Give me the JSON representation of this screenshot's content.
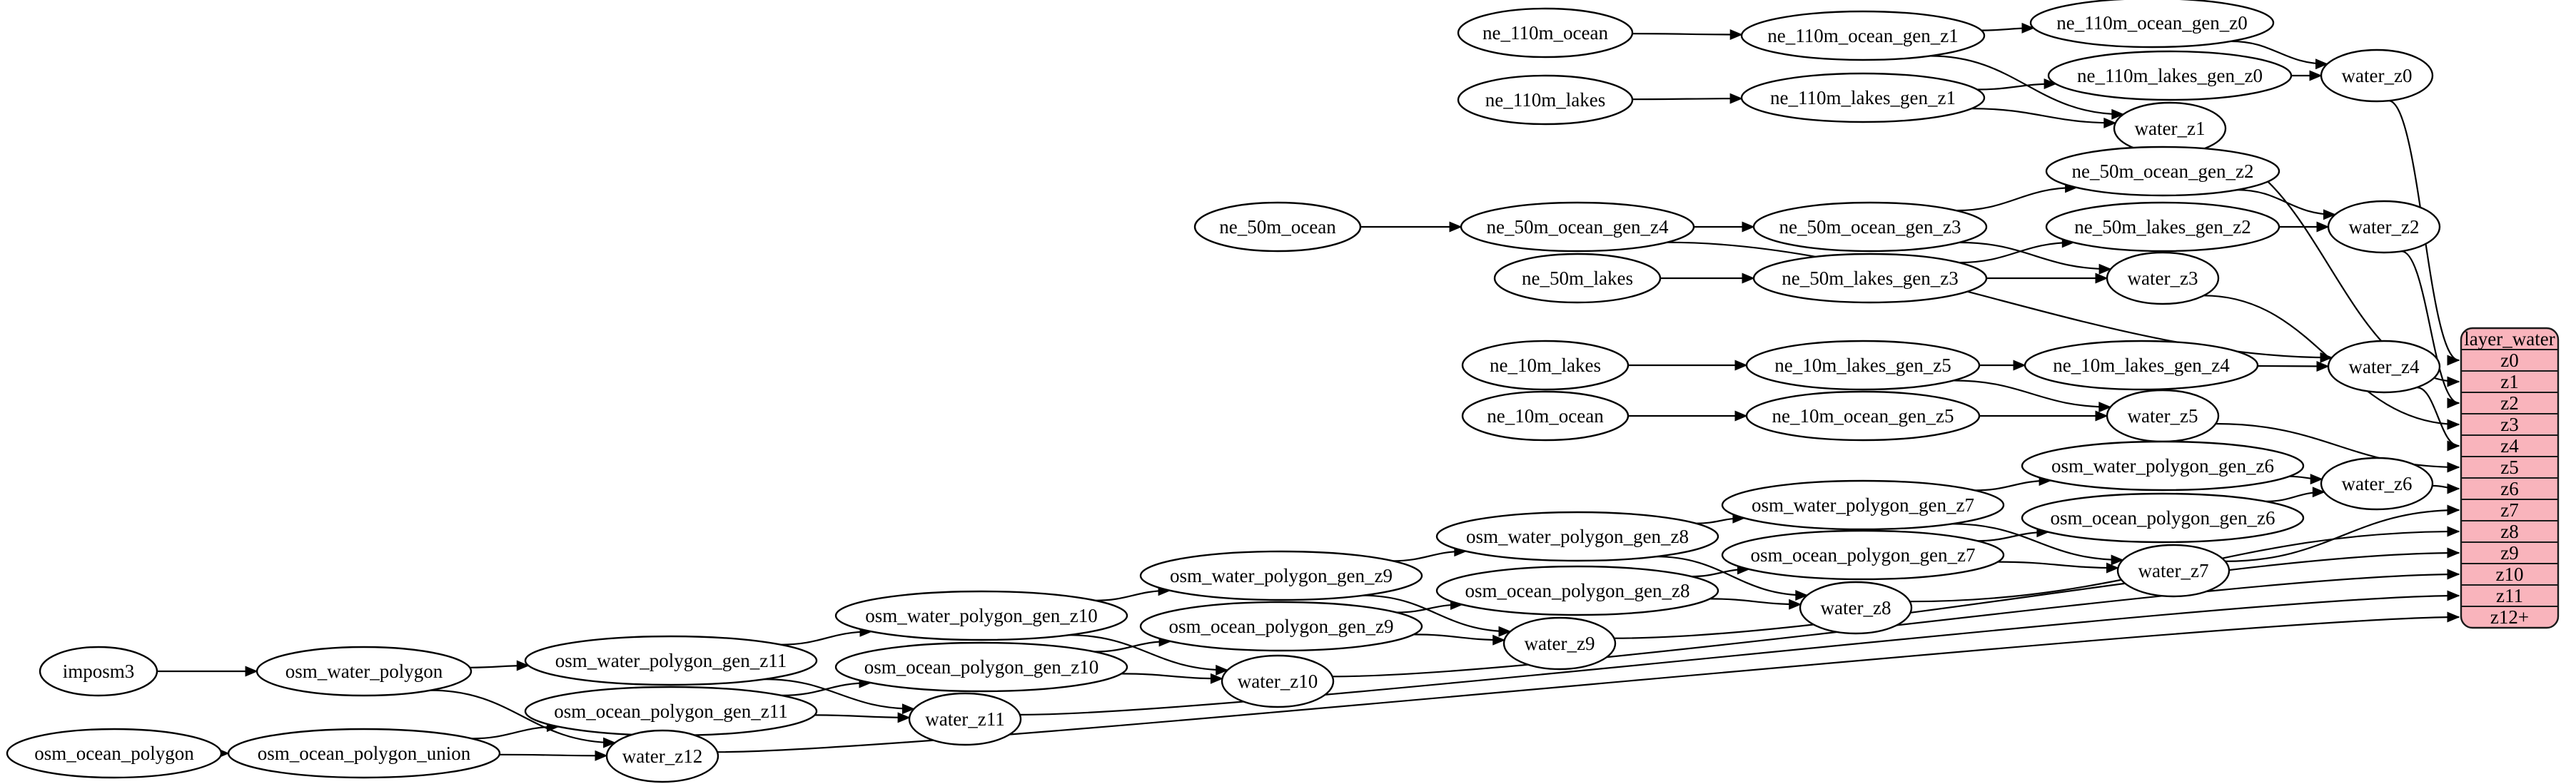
{
  "graph": {
    "colors": {
      "background": "#ffffff",
      "node_fill": "#ffffff",
      "node_stroke": "#000000",
      "edge_color": "#000000",
      "table_fill": "#f9b4bc",
      "table_stroke": "#1a1a1a"
    },
    "nodes": [
      {
        "id": "ne_110m_ocean",
        "label": "ne_110m_ocean"
      },
      {
        "id": "ne_110m_ocean_gen_z1",
        "label": "ne_110m_ocean_gen_z1"
      },
      {
        "id": "ne_110m_ocean_gen_z0",
        "label": "ne_110m_ocean_gen_z0"
      },
      {
        "id": "ne_110m_lakes",
        "label": "ne_110m_lakes"
      },
      {
        "id": "ne_110m_lakes_gen_z1",
        "label": "ne_110m_lakes_gen_z1"
      },
      {
        "id": "ne_110m_lakes_gen_z0",
        "label": "ne_110m_lakes_gen_z0"
      },
      {
        "id": "water_z0",
        "label": "water_z0"
      },
      {
        "id": "water_z1",
        "label": "water_z1"
      },
      {
        "id": "ne_50m_ocean",
        "label": "ne_50m_ocean"
      },
      {
        "id": "ne_50m_ocean_gen_z4",
        "label": "ne_50m_ocean_gen_z4"
      },
      {
        "id": "ne_50m_ocean_gen_z3",
        "label": "ne_50m_ocean_gen_z3"
      },
      {
        "id": "ne_50m_ocean_gen_z2",
        "label": "ne_50m_ocean_gen_z2"
      },
      {
        "id": "ne_50m_lakes",
        "label": "ne_50m_lakes"
      },
      {
        "id": "ne_50m_lakes_gen_z3",
        "label": "ne_50m_lakes_gen_z3"
      },
      {
        "id": "ne_50m_lakes_gen_z2",
        "label": "ne_50m_lakes_gen_z2"
      },
      {
        "id": "water_z2",
        "label": "water_z2"
      },
      {
        "id": "water_z3",
        "label": "water_z3"
      },
      {
        "id": "ne_10m_lakes",
        "label": "ne_10m_lakes"
      },
      {
        "id": "ne_10m_lakes_gen_z5",
        "label": "ne_10m_lakes_gen_z5"
      },
      {
        "id": "ne_10m_lakes_gen_z4",
        "label": "ne_10m_lakes_gen_z4"
      },
      {
        "id": "water_z4",
        "label": "water_z4"
      },
      {
        "id": "ne_10m_ocean",
        "label": "ne_10m_ocean"
      },
      {
        "id": "ne_10m_ocean_gen_z5",
        "label": "ne_10m_ocean_gen_z5"
      },
      {
        "id": "water_z5",
        "label": "water_z5"
      },
      {
        "id": "osm_water_polygon_gen_z6",
        "label": "osm_water_polygon_gen_z6"
      },
      {
        "id": "osm_ocean_polygon_gen_z6",
        "label": "osm_ocean_polygon_gen_z6"
      },
      {
        "id": "water_z6",
        "label": "water_z6"
      },
      {
        "id": "osm_water_polygon_gen_z7",
        "label": "osm_water_polygon_gen_z7"
      },
      {
        "id": "osm_ocean_polygon_gen_z7",
        "label": "osm_ocean_polygon_gen_z7"
      },
      {
        "id": "water_z7",
        "label": "water_z7"
      },
      {
        "id": "osm_water_polygon_gen_z8",
        "label": "osm_water_polygon_gen_z8"
      },
      {
        "id": "osm_ocean_polygon_gen_z8",
        "label": "osm_ocean_polygon_gen_z8"
      },
      {
        "id": "water_z8",
        "label": "water_z8"
      },
      {
        "id": "osm_water_polygon_gen_z9",
        "label": "osm_water_polygon_gen_z9"
      },
      {
        "id": "osm_ocean_polygon_gen_z9",
        "label": "osm_ocean_polygon_gen_z9"
      },
      {
        "id": "water_z9",
        "label": "water_z9"
      },
      {
        "id": "osm_water_polygon_gen_z10",
        "label": "osm_water_polygon_gen_z10"
      },
      {
        "id": "osm_ocean_polygon_gen_z10",
        "label": "osm_ocean_polygon_gen_z10"
      },
      {
        "id": "water_z10",
        "label": "water_z10"
      },
      {
        "id": "osm_water_polygon_gen_z11",
        "label": "osm_water_polygon_gen_z11"
      },
      {
        "id": "osm_ocean_polygon_gen_z11",
        "label": "osm_ocean_polygon_gen_z11"
      },
      {
        "id": "water_z11",
        "label": "water_z11"
      },
      {
        "id": "imposm3",
        "label": "imposm3"
      },
      {
        "id": "osm_water_polygon",
        "label": "osm_water_polygon"
      },
      {
        "id": "osm_ocean_polygon",
        "label": "osm_ocean_polygon"
      },
      {
        "id": "osm_ocean_polygon_union",
        "label": "osm_ocean_polygon_union"
      },
      {
        "id": "water_z12",
        "label": "water_z12"
      }
    ],
    "edges": [
      {
        "f": "ne_110m_ocean",
        "t": "ne_110m_ocean_gen_z1"
      },
      {
        "f": "ne_110m_ocean_gen_z1",
        "t": "ne_110m_ocean_gen_z0"
      },
      {
        "f": "ne_110m_ocean_gen_z1",
        "t": "water_z1"
      },
      {
        "f": "ne_110m_ocean_gen_z0",
        "t": "water_z0"
      },
      {
        "f": "ne_110m_lakes",
        "t": "ne_110m_lakes_gen_z1"
      },
      {
        "f": "ne_110m_lakes_gen_z1",
        "t": "ne_110m_lakes_gen_z0"
      },
      {
        "f": "ne_110m_lakes_gen_z1",
        "t": "water_z1"
      },
      {
        "f": "ne_110m_lakes_gen_z0",
        "t": "water_z0"
      },
      {
        "f": "ne_50m_ocean",
        "t": "ne_50m_ocean_gen_z4"
      },
      {
        "f": "ne_50m_ocean_gen_z4",
        "t": "ne_50m_ocean_gen_z3"
      },
      {
        "f": "ne_50m_ocean_gen_z4",
        "t": "water_z4"
      },
      {
        "f": "ne_50m_ocean_gen_z3",
        "t": "ne_50m_ocean_gen_z2"
      },
      {
        "f": "ne_50m_ocean_gen_z3",
        "t": "water_z3"
      },
      {
        "f": "ne_50m_ocean_gen_z2",
        "t": "water_z2"
      },
      {
        "f": "ne_50m_lakes",
        "t": "ne_50m_lakes_gen_z3"
      },
      {
        "f": "ne_50m_lakes_gen_z3",
        "t": "ne_50m_lakes_gen_z2"
      },
      {
        "f": "ne_50m_lakes_gen_z3",
        "t": "water_z3"
      },
      {
        "f": "ne_50m_lakes_gen_z2",
        "t": "water_z2"
      },
      {
        "f": "ne_10m_lakes",
        "t": "ne_10m_lakes_gen_z5"
      },
      {
        "f": "ne_10m_lakes_gen_z5",
        "t": "ne_10m_lakes_gen_z4"
      },
      {
        "f": "ne_10m_lakes_gen_z5",
        "t": "water_z5"
      },
      {
        "f": "ne_10m_lakes_gen_z4",
        "t": "water_z4"
      },
      {
        "f": "ne_10m_ocean",
        "t": "ne_10m_ocean_gen_z5"
      },
      {
        "f": "ne_10m_ocean_gen_z5",
        "t": "water_z5"
      },
      {
        "f": "osm_water_polygon_gen_z6",
        "t": "water_z6"
      },
      {
        "f": "osm_ocean_polygon_gen_z6",
        "t": "water_z6"
      },
      {
        "f": "osm_water_polygon_gen_z7",
        "t": "osm_water_polygon_gen_z6"
      },
      {
        "f": "osm_water_polygon_gen_z7",
        "t": "water_z7"
      },
      {
        "f": "osm_ocean_polygon_gen_z7",
        "t": "osm_ocean_polygon_gen_z6"
      },
      {
        "f": "osm_ocean_polygon_gen_z7",
        "t": "water_z7"
      },
      {
        "f": "osm_water_polygon_gen_z8",
        "t": "osm_water_polygon_gen_z7"
      },
      {
        "f": "osm_water_polygon_gen_z8",
        "t": "water_z8"
      },
      {
        "f": "osm_ocean_polygon_gen_z8",
        "t": "osm_ocean_polygon_gen_z7"
      },
      {
        "f": "osm_ocean_polygon_gen_z8",
        "t": "water_z8"
      },
      {
        "f": "osm_water_polygon_gen_z9",
        "t": "osm_water_polygon_gen_z8"
      },
      {
        "f": "osm_water_polygon_gen_z9",
        "t": "water_z9"
      },
      {
        "f": "osm_ocean_polygon_gen_z9",
        "t": "osm_ocean_polygon_gen_z8"
      },
      {
        "f": "osm_ocean_polygon_gen_z9",
        "t": "water_z9"
      },
      {
        "f": "osm_water_polygon_gen_z10",
        "t": "osm_water_polygon_gen_z9"
      },
      {
        "f": "osm_water_polygon_gen_z10",
        "t": "water_z10"
      },
      {
        "f": "osm_ocean_polygon_gen_z10",
        "t": "osm_ocean_polygon_gen_z9"
      },
      {
        "f": "osm_ocean_polygon_gen_z10",
        "t": "water_z10"
      },
      {
        "f": "osm_water_polygon_gen_z11",
        "t": "osm_water_polygon_gen_z10"
      },
      {
        "f": "osm_water_polygon_gen_z11",
        "t": "water_z11"
      },
      {
        "f": "osm_ocean_polygon_gen_z11",
        "t": "osm_ocean_polygon_gen_z10"
      },
      {
        "f": "osm_ocean_polygon_gen_z11",
        "t": "water_z11"
      },
      {
        "f": "imposm3",
        "t": "osm_water_polygon"
      },
      {
        "f": "osm_water_polygon",
        "t": "osm_water_polygon_gen_z11"
      },
      {
        "f": "osm_water_polygon",
        "t": "water_z12"
      },
      {
        "f": "osm_ocean_polygon",
        "t": "osm_ocean_polygon_union"
      },
      {
        "f": "osm_ocean_polygon_union",
        "t": "osm_ocean_polygon_gen_z11"
      },
      {
        "f": "osm_ocean_polygon_union",
        "t": "water_z12"
      },
      {
        "f": "water_z0",
        "t": "layer_water:z0"
      },
      {
        "f": "water_z1",
        "t": "layer_water:z1"
      },
      {
        "f": "water_z2",
        "t": "layer_water:z2"
      },
      {
        "f": "water_z3",
        "t": "layer_water:z3"
      },
      {
        "f": "water_z4",
        "t": "layer_water:z4"
      },
      {
        "f": "water_z5",
        "t": "layer_water:z5"
      },
      {
        "f": "water_z6",
        "t": "layer_water:z6"
      },
      {
        "f": "water_z7",
        "t": "layer_water:z7"
      },
      {
        "f": "water_z8",
        "t": "layer_water:z8"
      },
      {
        "f": "water_z9",
        "t": "layer_water:z9"
      },
      {
        "f": "water_z10",
        "t": "layer_water:z10"
      },
      {
        "f": "water_z11",
        "t": "layer_water:z11"
      },
      {
        "f": "water_z12",
        "t": "layer_water:z12+"
      }
    ],
    "table": {
      "title": "layer_water",
      "rows": [
        "z0",
        "z1",
        "z2",
        "z3",
        "z4",
        "z5",
        "z6",
        "z7",
        "z8",
        "z9",
        "z10",
        "z11",
        "z12+"
      ]
    }
  }
}
